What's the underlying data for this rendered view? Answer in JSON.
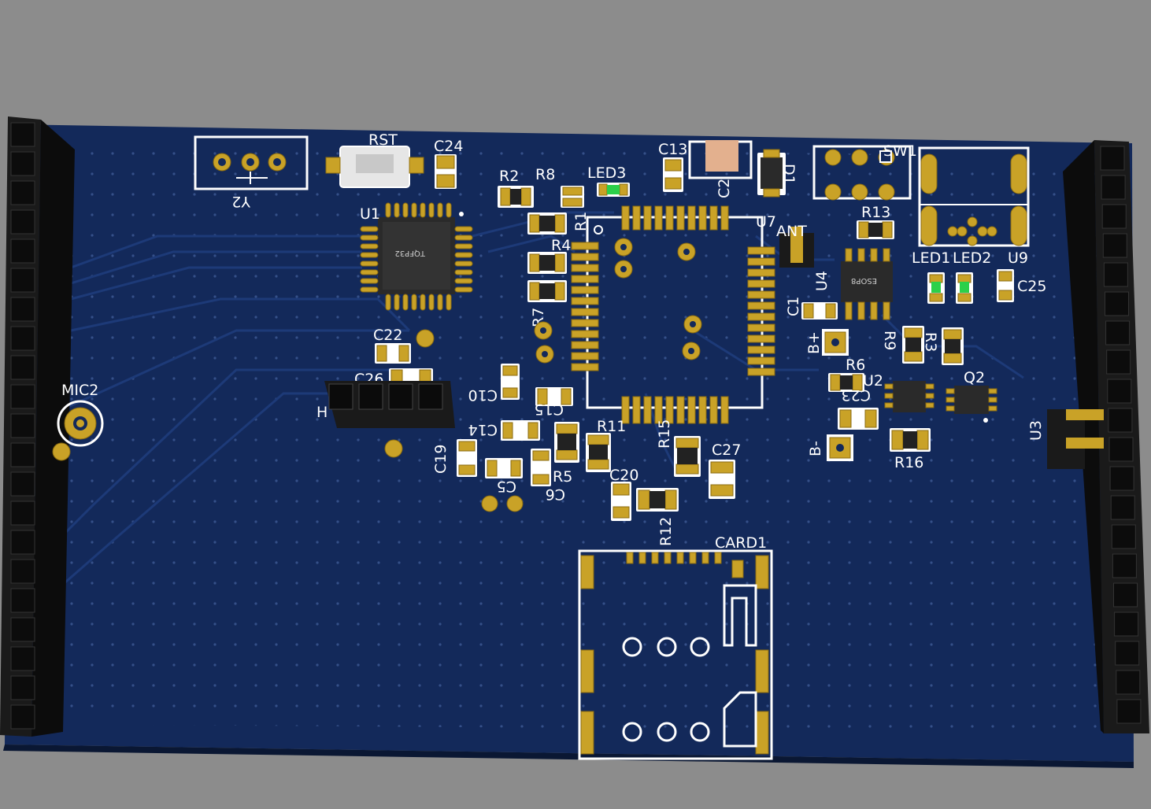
{
  "board": {
    "colors": {
      "background": "#8c8c8c",
      "pcb": "#13295a",
      "pad": "#c9a227",
      "silkscreen": "#ffffff",
      "header": "#1a1a1a",
      "led": "#2bd04a"
    },
    "labels": {
      "rst": "RST",
      "c24": "C24",
      "y2": "Y2",
      "u1": "U1",
      "r2": "R2",
      "r8": "R8",
      "led3": "LED3",
      "c13": "C13",
      "c2": "C2",
      "d1": "D1",
      "sw1": "SW1",
      "r1": "R1",
      "u7": "U7",
      "ant": "ANT",
      "r13": "R13",
      "r4": "R4",
      "u4": "U4",
      "led1": "LED1",
      "led2": "LED2",
      "u9": "U9",
      "c25": "C25",
      "r7": "R7",
      "c1": "C1",
      "c22": "C22",
      "b_plus": "B+",
      "r9": "R9",
      "r3": "R3",
      "r6": "R6",
      "u2": "U2",
      "q2": "Q2",
      "c26": "C26",
      "c10": "C10",
      "c15": "C15",
      "mic2": "MIC2",
      "c23": "C23",
      "u3": "U3",
      "c14": "C14",
      "r11": "R11",
      "r15": "R15",
      "c27": "C27",
      "b_minus": "B-",
      "r16": "R16",
      "c19": "C19",
      "r5": "R5",
      "c5": "C5",
      "c6": "C6",
      "c20": "C20",
      "r12": "R12",
      "card1": "CARD1",
      "h": "H"
    },
    "chip_marks": {
      "u1": "TQFP32",
      "u4": "ESOP8"
    }
  }
}
